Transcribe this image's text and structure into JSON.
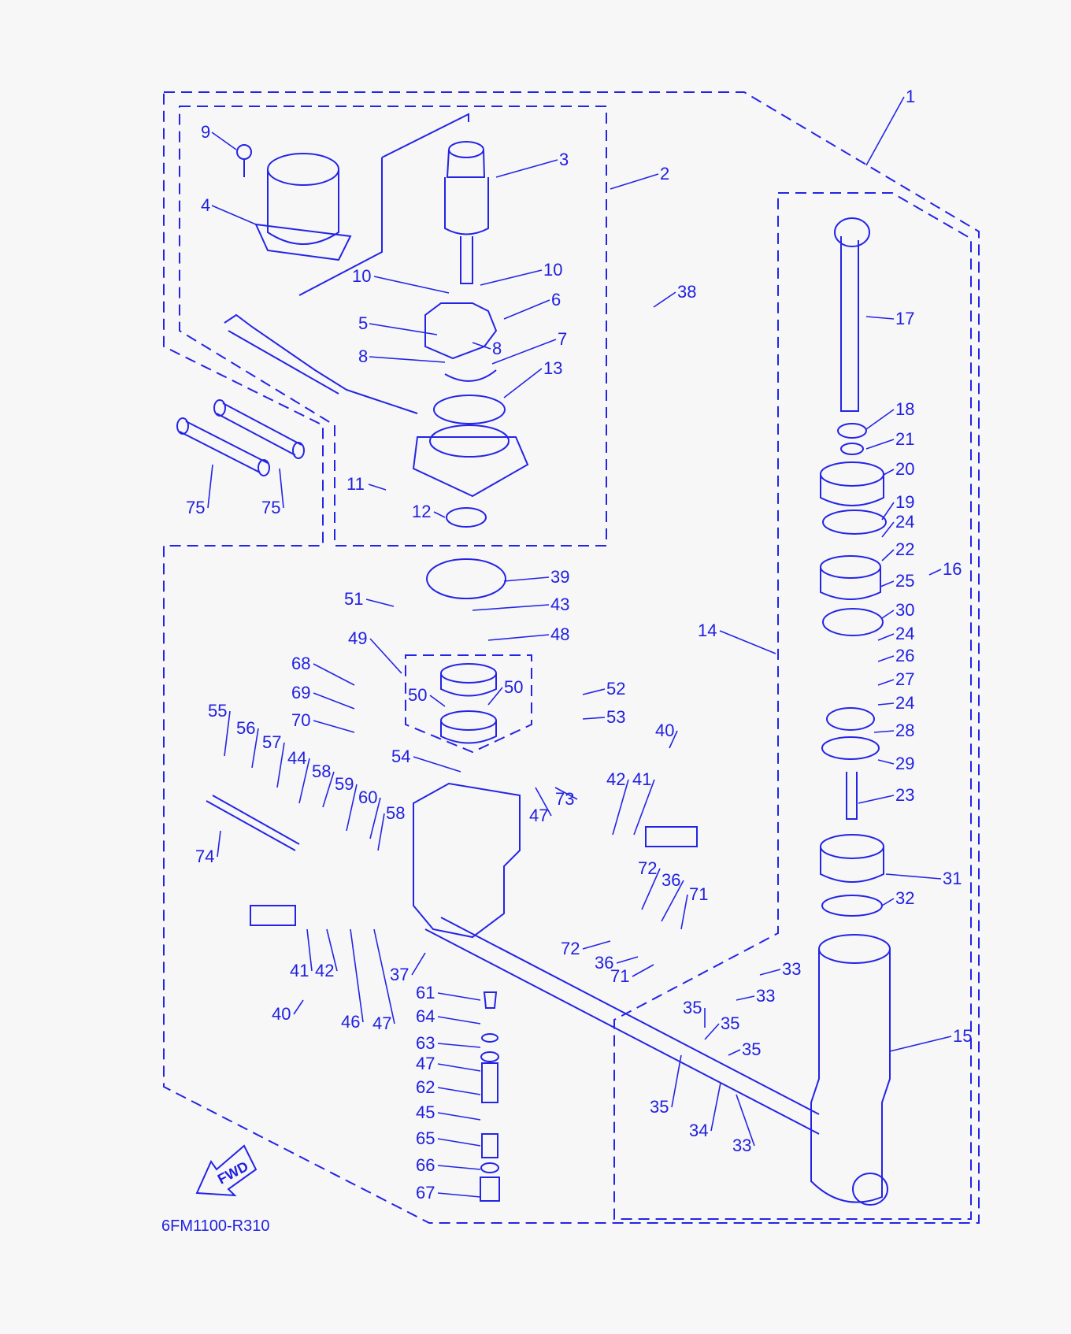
{
  "diagram": {
    "drawing_code": "6FM1100-R310",
    "fwd_label": "FWD",
    "accent_color": "#2020e0",
    "background_color": "#f7f7f7"
  },
  "callouts": [
    {
      "id": "c1",
      "text": "1"
    },
    {
      "id": "c2",
      "text": "2"
    },
    {
      "id": "c3",
      "text": "3"
    },
    {
      "id": "c4",
      "text": "4"
    },
    {
      "id": "c5",
      "text": "5"
    },
    {
      "id": "c6",
      "text": "6"
    },
    {
      "id": "c7",
      "text": "7"
    },
    {
      "id": "c8a",
      "text": "8"
    },
    {
      "id": "c8b",
      "text": "8"
    },
    {
      "id": "c9",
      "text": "9"
    },
    {
      "id": "c10a",
      "text": "10"
    },
    {
      "id": "c10b",
      "text": "10"
    },
    {
      "id": "c11",
      "text": "11"
    },
    {
      "id": "c12",
      "text": "12"
    },
    {
      "id": "c13",
      "text": "13"
    },
    {
      "id": "c14",
      "text": "14"
    },
    {
      "id": "c15",
      "text": "15"
    },
    {
      "id": "c16",
      "text": "16"
    },
    {
      "id": "c17",
      "text": "17"
    },
    {
      "id": "c18",
      "text": "18"
    },
    {
      "id": "c19",
      "text": "19"
    },
    {
      "id": "c20",
      "text": "20"
    },
    {
      "id": "c21",
      "text": "21"
    },
    {
      "id": "c22",
      "text": "22"
    },
    {
      "id": "c23",
      "text": "23"
    },
    {
      "id": "c24a",
      "text": "24"
    },
    {
      "id": "c24b",
      "text": "24"
    },
    {
      "id": "c24c",
      "text": "24"
    },
    {
      "id": "c25",
      "text": "25"
    },
    {
      "id": "c26",
      "text": "26"
    },
    {
      "id": "c27",
      "text": "27"
    },
    {
      "id": "c28",
      "text": "28"
    },
    {
      "id": "c29",
      "text": "29"
    },
    {
      "id": "c30",
      "text": "30"
    },
    {
      "id": "c31",
      "text": "31"
    },
    {
      "id": "c32",
      "text": "32"
    },
    {
      "id": "c33a",
      "text": "33"
    },
    {
      "id": "c33b",
      "text": "33"
    },
    {
      "id": "c33c",
      "text": "33"
    },
    {
      "id": "c34",
      "text": "34"
    },
    {
      "id": "c35a",
      "text": "35"
    },
    {
      "id": "c35b",
      "text": "35"
    },
    {
      "id": "c35c",
      "text": "35"
    },
    {
      "id": "c35d",
      "text": "35"
    },
    {
      "id": "c36a",
      "text": "36"
    },
    {
      "id": "c36b",
      "text": "36"
    },
    {
      "id": "c37",
      "text": "37"
    },
    {
      "id": "c38",
      "text": "38"
    },
    {
      "id": "c39",
      "text": "39"
    },
    {
      "id": "c40a",
      "text": "40"
    },
    {
      "id": "c40b",
      "text": "40"
    },
    {
      "id": "c41a",
      "text": "41"
    },
    {
      "id": "c41b",
      "text": "41"
    },
    {
      "id": "c42a",
      "text": "42"
    },
    {
      "id": "c42b",
      "text": "42"
    },
    {
      "id": "c43",
      "text": "43"
    },
    {
      "id": "c44",
      "text": "44"
    },
    {
      "id": "c45",
      "text": "45"
    },
    {
      "id": "c46",
      "text": "46"
    },
    {
      "id": "c47a",
      "text": "47"
    },
    {
      "id": "c47b",
      "text": "47"
    },
    {
      "id": "c47c",
      "text": "47"
    },
    {
      "id": "c48",
      "text": "48"
    },
    {
      "id": "c49",
      "text": "49"
    },
    {
      "id": "c50a",
      "text": "50"
    },
    {
      "id": "c50b",
      "text": "50"
    },
    {
      "id": "c51",
      "text": "51"
    },
    {
      "id": "c52",
      "text": "52"
    },
    {
      "id": "c53",
      "text": "53"
    },
    {
      "id": "c54",
      "text": "54"
    },
    {
      "id": "c55",
      "text": "55"
    },
    {
      "id": "c56",
      "text": "56"
    },
    {
      "id": "c57",
      "text": "57"
    },
    {
      "id": "c58a",
      "text": "58"
    },
    {
      "id": "c58b",
      "text": "58"
    },
    {
      "id": "c59",
      "text": "59"
    },
    {
      "id": "c60",
      "text": "60"
    },
    {
      "id": "c61",
      "text": "61"
    },
    {
      "id": "c62",
      "text": "62"
    },
    {
      "id": "c63",
      "text": "63"
    },
    {
      "id": "c64",
      "text": "64"
    },
    {
      "id": "c65",
      "text": "65"
    },
    {
      "id": "c66",
      "text": "66"
    },
    {
      "id": "c67",
      "text": "67"
    },
    {
      "id": "c68",
      "text": "68"
    },
    {
      "id": "c69",
      "text": "69"
    },
    {
      "id": "c70",
      "text": "70"
    },
    {
      "id": "c71a",
      "text": "71"
    },
    {
      "id": "c71b",
      "text": "71"
    },
    {
      "id": "c72a",
      "text": "72"
    },
    {
      "id": "c72b",
      "text": "72"
    },
    {
      "id": "c73",
      "text": "73"
    },
    {
      "id": "c74",
      "text": "74"
    },
    {
      "id": "c75a",
      "text": "75"
    },
    {
      "id": "c75b",
      "text": "75"
    }
  ]
}
